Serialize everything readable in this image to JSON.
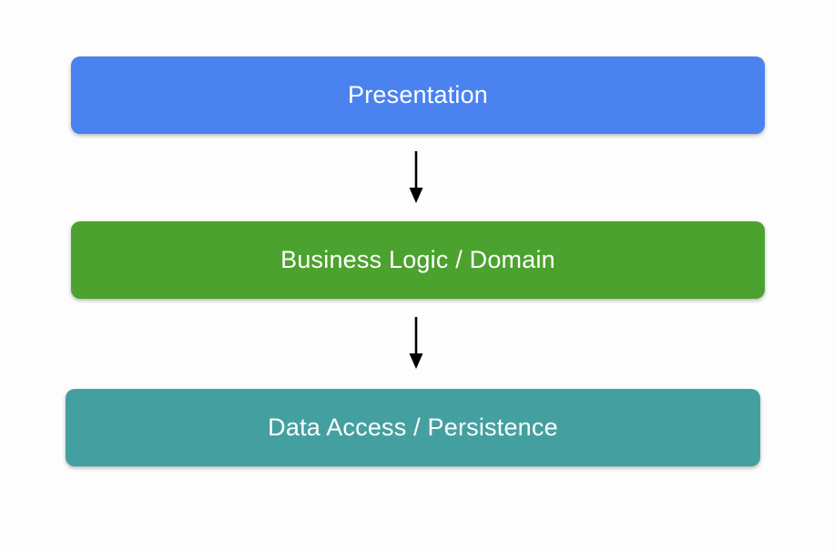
{
  "diagram": {
    "background_color": "#fdfdfd",
    "text_color": "#ffffff",
    "arrow_color": "#000000",
    "layers": [
      {
        "label": "Presentation",
        "color": "#4a82f0"
      },
      {
        "label": "Business Logic / Domain",
        "color": "#4ca22e"
      },
      {
        "label": "Data Access / Persistence",
        "color": "#44a0a0"
      }
    ]
  }
}
